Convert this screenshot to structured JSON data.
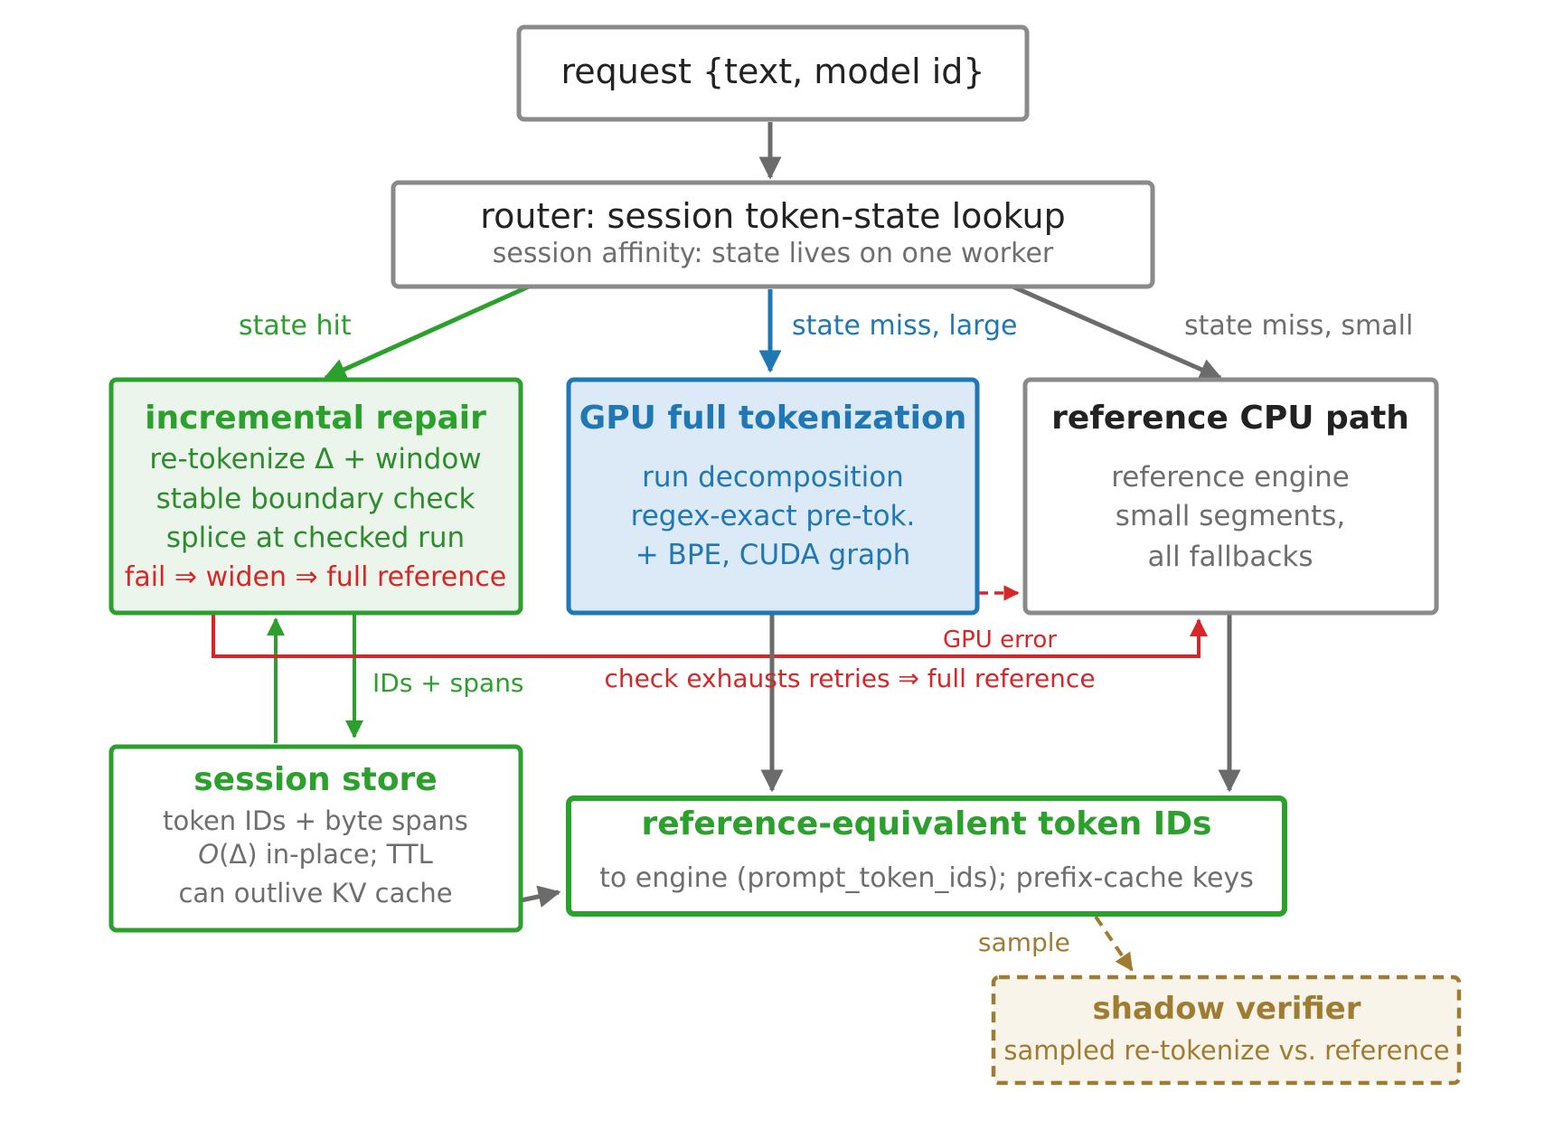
{
  "colors": {
    "gray": "#8a8a8a",
    "dark_gray": "#6b6b6b",
    "text_dark": "#222222",
    "text_gray": "#6e6e6e",
    "green": "#2ca02c",
    "green_text": "#2e8b2e",
    "green_fill": "#ebf5eb",
    "blue": "#1f77b4",
    "blue_fill": "#dce9f6",
    "red": "#d62728",
    "gold": "#a07c32",
    "gold_fill": "#f8f4ea"
  },
  "nodes": {
    "request": {
      "title": "request {text, model id}"
    },
    "router": {
      "title": "router: session token-state lookup",
      "subtitle": "session affinity: state lives on one worker"
    },
    "incremental": {
      "title": "incremental repair",
      "lines": [
        "re-tokenize Δ + window",
        "stable boundary check",
        "splice at checked run"
      ],
      "fail_line": "fail ⇒ widen ⇒ full reference"
    },
    "gpu": {
      "title": "GPU full tokenization",
      "lines": [
        "run decomposition",
        "regex-exact pre-tok.",
        "+ BPE, CUDA graph"
      ]
    },
    "cpu": {
      "title": "reference CPU path",
      "lines": [
        "reference engine",
        "small segments,",
        "all fallbacks"
      ]
    },
    "session_store": {
      "title": "session store",
      "line1": "token IDs + byte spans",
      "line2_italic": "O",
      "line2_rest": "(Δ) in-place; TTL",
      "line3": "can outlive KV cache"
    },
    "output": {
      "title": "reference-equivalent token IDs",
      "subtitle": "to engine (prompt_token_ids); prefix-cache keys"
    },
    "shadow": {
      "title": "shadow verifier",
      "subtitle": "sampled re-tokenize vs. reference"
    }
  },
  "edges": {
    "state_hit": "state hit",
    "state_miss_large": "state miss, large",
    "state_miss_small": "state miss, small",
    "ids_spans": "IDs + spans",
    "gpu_error": "GPU error",
    "check_exhausts": "check exhausts retries ⇒ full reference",
    "sample": "sample"
  }
}
